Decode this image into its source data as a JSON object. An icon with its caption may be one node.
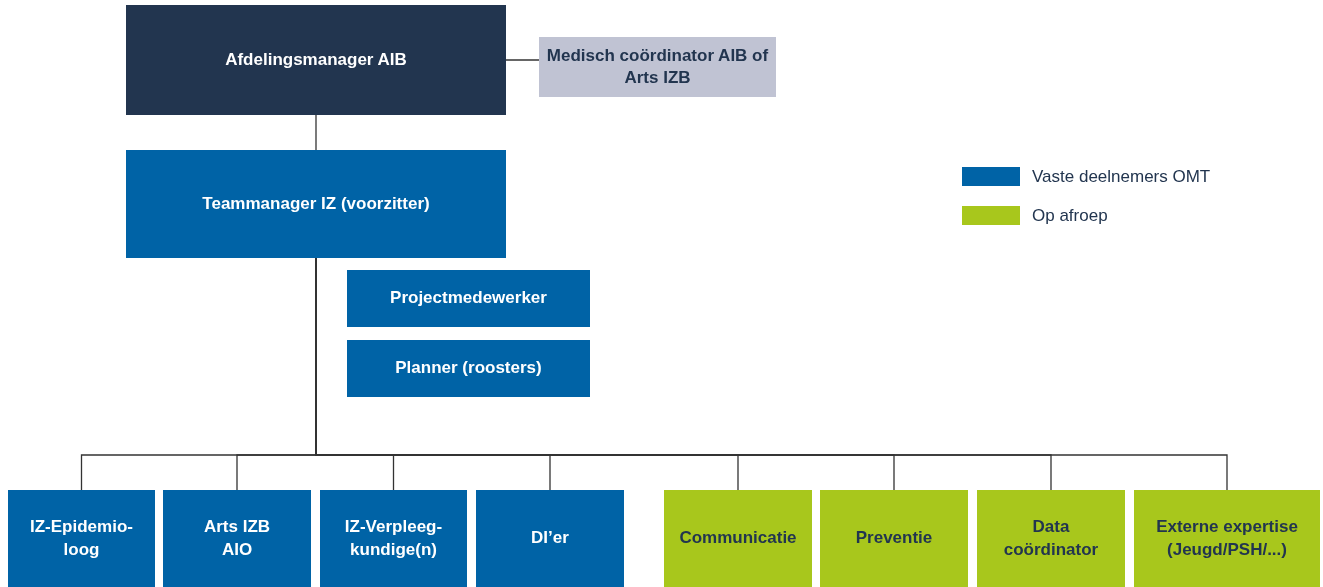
{
  "diagram": {
    "nodes": [
      {
        "text": [
          "Afdelingsmanager AIB"
        ]
      },
      {
        "text": [
          "Medisch coördinator AIB of Arts IZB"
        ]
      },
      {
        "text": [
          "Teammanager IZ (voorzitter)"
        ]
      },
      {
        "text": [
          "Projectmedewerker"
        ]
      },
      {
        "text": [
          "Planner (roosters)"
        ]
      },
      {
        "text": [
          "IZ-Epidemio- loog"
        ]
      },
      {
        "text": [
          "Arts IZB AIO"
        ]
      },
      {
        "text": [
          "IZ-Verpleeg- kundige(n)"
        ]
      },
      {
        "text": [
          "DI’er"
        ]
      },
      {
        "text": [
          "Communicatie"
        ]
      },
      {
        "text": [
          "Preventie"
        ]
      },
      {
        "text": [
          "Data coördinator"
        ]
      },
      {
        "text": [
          "Externe expertise (Jeugd/PSH/...)"
        ]
      }
    ],
    "edges": [
      {
        "from": 0,
        "to": 1,
        "arrow": "none"
      },
      {
        "from": 0,
        "to": 2,
        "arrow": "none"
      },
      {
        "from": 2,
        "to": 5,
        "arrow": "none"
      },
      {
        "from": 2,
        "to": 6,
        "arrow": "none"
      },
      {
        "from": 2,
        "to": 7,
        "arrow": "none"
      },
      {
        "from": 2,
        "to": 8,
        "arrow": "none"
      },
      {
        "from": 2,
        "to": 9,
        "arrow": "none"
      },
      {
        "from": 2,
        "to": 10,
        "arrow": "none"
      },
      {
        "from": 2,
        "to": 11,
        "arrow": "none"
      },
      {
        "from": 2,
        "to": 12,
        "arrow": "none"
      }
    ],
    "legend": [
      {
        "text": "Vaste deelnemers OMT",
        "color": "#0063a6"
      },
      {
        "text": "Op afroep",
        "color": "#a8c71c"
      }
    ]
  }
}
